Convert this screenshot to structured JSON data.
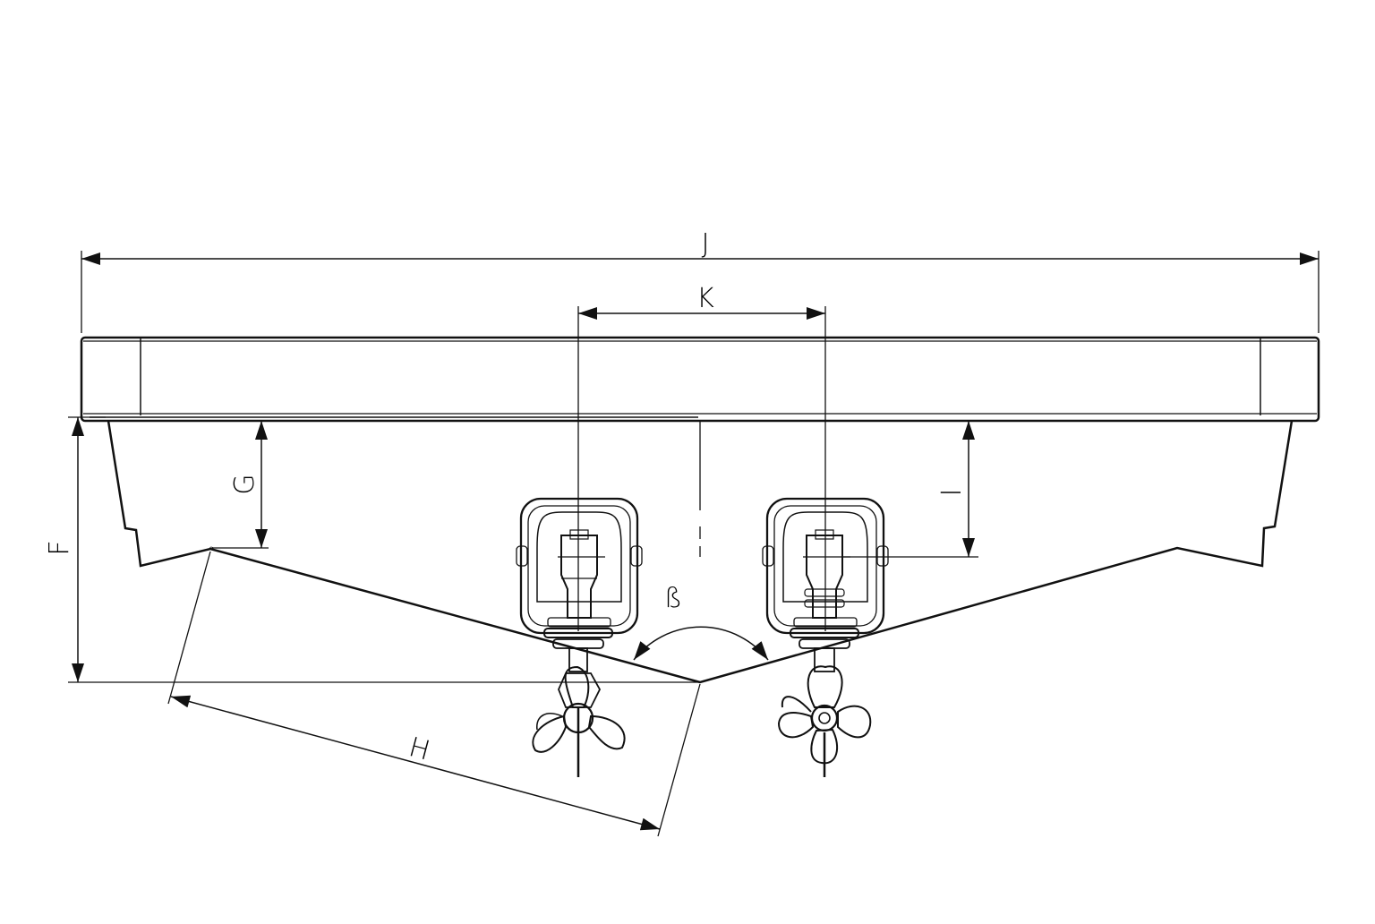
{
  "labels": {
    "J": "J",
    "K": "K",
    "F": "F",
    "G": "G",
    "H": "H",
    "I": "I",
    "beta": "ß"
  },
  "colors": {
    "line": "#111111",
    "background": "#ffffff"
  }
}
